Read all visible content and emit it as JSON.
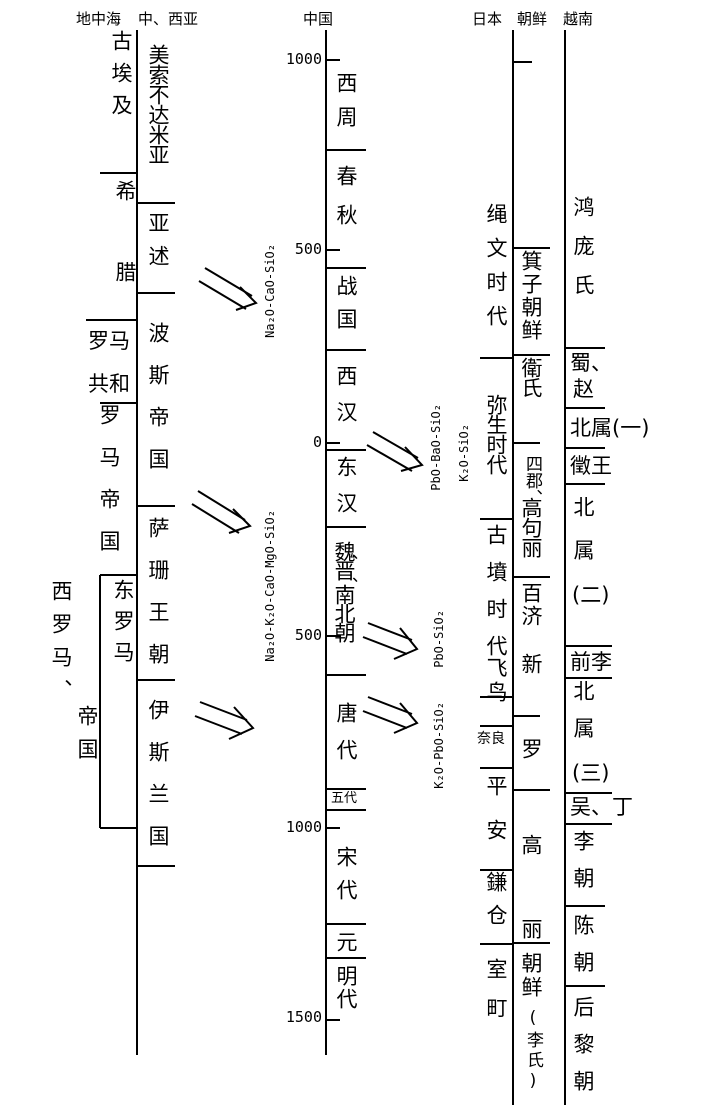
{
  "headers": {
    "mediterranean": "地中海",
    "central_west_asia": "中、西亚",
    "china": "中国",
    "japan": "日本",
    "korea": "朝鲜",
    "vietnam": "越南"
  },
  "axis_ticks": [
    "1000",
    "500",
    "0",
    "500",
    "1000",
    "1500"
  ],
  "mediterranean": {
    "egypt": "古埃及",
    "greece": "希腊",
    "roman_republic_a": "罗马",
    "roman_republic_b": "共和",
    "roman_empire": "罗马帝国",
    "east_rome": "东罗马",
    "west_rome_a": "西罗马、",
    "west_rome_b": "帝国"
  },
  "central_asia": {
    "mesopotamia": "美索不达米亚",
    "assyria": "亚述",
    "persia": "波斯帝国",
    "sassanid": "萨珊王朝",
    "islam": "伊斯兰国"
  },
  "china": {
    "western_zhou": "西周",
    "spring_autumn": "春秋",
    "warring_states": "战国",
    "western_han": "西汉",
    "eastern_han": "东汉",
    "wei_jin": "魏晋",
    "south_north": "南北朝",
    "wei_jin_mark": "、",
    "south_north_mark": "、",
    "tang": "唐代",
    "five_dynasties": "五代",
    "song": "宋代",
    "yuan": "元",
    "ming": "明代"
  },
  "japan": {
    "jomon": "绳文时代",
    "yayoi": "弥生时代",
    "kofun": "古墳时代",
    "asuka": "飞鸟",
    "nara": "奈良",
    "heian": "平安",
    "kamakura": "鎌仓",
    "muromachi": "室町"
  },
  "korea": {
    "gija": "箕子朝鲜",
    "wiman": "衛氏",
    "four_commanderies": "四郡、",
    "goguryeo": "高句丽",
    "baekje": "百济",
    "silla": "新",
    "silla_b": "罗",
    "goryeo": "高",
    "goryeo_b": "丽",
    "joseon": "朝鲜",
    "joseon_note": "(李氏)"
  },
  "vietnam": {
    "hong_bang": "鸿庞氏",
    "shu_zhao_a": "蜀、",
    "shu_zhao_b": "赵",
    "north_1": "北属(一)",
    "trung": "徵王",
    "north_2_a": "北属",
    "north_2_b": "(二)",
    "early_ly": "前李",
    "north_3_a": "北属",
    "north_3_b": "(三)",
    "ngo_dinh": "吴、丁",
    "ly": "李朝",
    "tran": "陈朝",
    "later_le": "后黎朝"
  },
  "glass_formulas": {
    "f1": "Na₂O-CaO-SiO₂",
    "f2": "Na₂O-K₂O-CaO-MgO-SiO₂",
    "f3": "PbO-BaO-SiO₂",
    "f4": "K₂O-SiO₂",
    "f5": "PbO-SiO₂",
    "f6": "K₂O-PbO-SiO₂"
  }
}
